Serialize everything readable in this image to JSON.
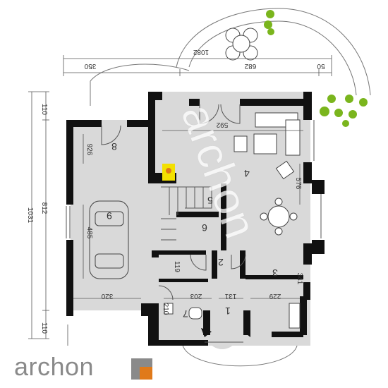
{
  "plan": {
    "colors": {
      "wall": "#111111",
      "floor": "#d9d9d9",
      "terrace": "#ffffff",
      "line": "#555555",
      "plant": "#7ab51d",
      "fireplace": "#f3e000",
      "accent_orange": "#e07a1a",
      "logo_gray": "#8a8a8a",
      "watermark": "#ffffff"
    },
    "overall_dims": {
      "top_total": "1082",
      "top_left": "350",
      "top_mid": "682",
      "top_right": "50",
      "left_total": "1031",
      "left_mid": "812",
      "left_top": "110",
      "left_bottom": "110"
    },
    "room_dims": {
      "d592": "592",
      "d576": "576",
      "d926": "926",
      "d485": "485",
      "d320": "320",
      "d119": "119",
      "d203": "203",
      "d210": "210",
      "d131": "131",
      "d229": "229",
      "d341": "341"
    },
    "room_numbers": {
      "r1": "1",
      "r2": "2",
      "r3": "3",
      "r4": "4",
      "r5": "5",
      "r6": "6",
      "r7": "7",
      "r8": "8",
      "r9": "9"
    },
    "watermark": "archon",
    "logo": {
      "text": "archon",
      "icon": "archon-square-logo-icon"
    }
  }
}
